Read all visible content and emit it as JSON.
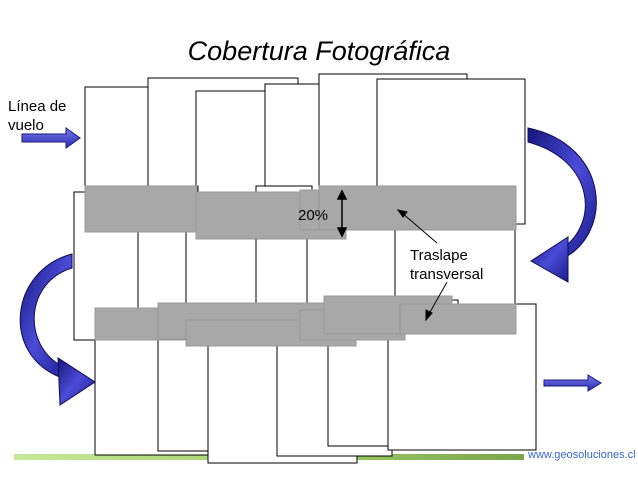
{
  "title": "Cobertura Fotográfica",
  "flight_line_label": [
    "Línea de",
    "vuelo"
  ],
  "overlap_percent_label": "20%",
  "side_overlap_label": [
    "Traslape",
    "transversal"
  ],
  "website": "www.geosoluciones.cl",
  "colors": {
    "arrow_blue": "#3a3acc",
    "overlap_gray": "#a8a8a8",
    "bar_green": "#9fd06a",
    "url_blue": "#3366cc"
  }
}
